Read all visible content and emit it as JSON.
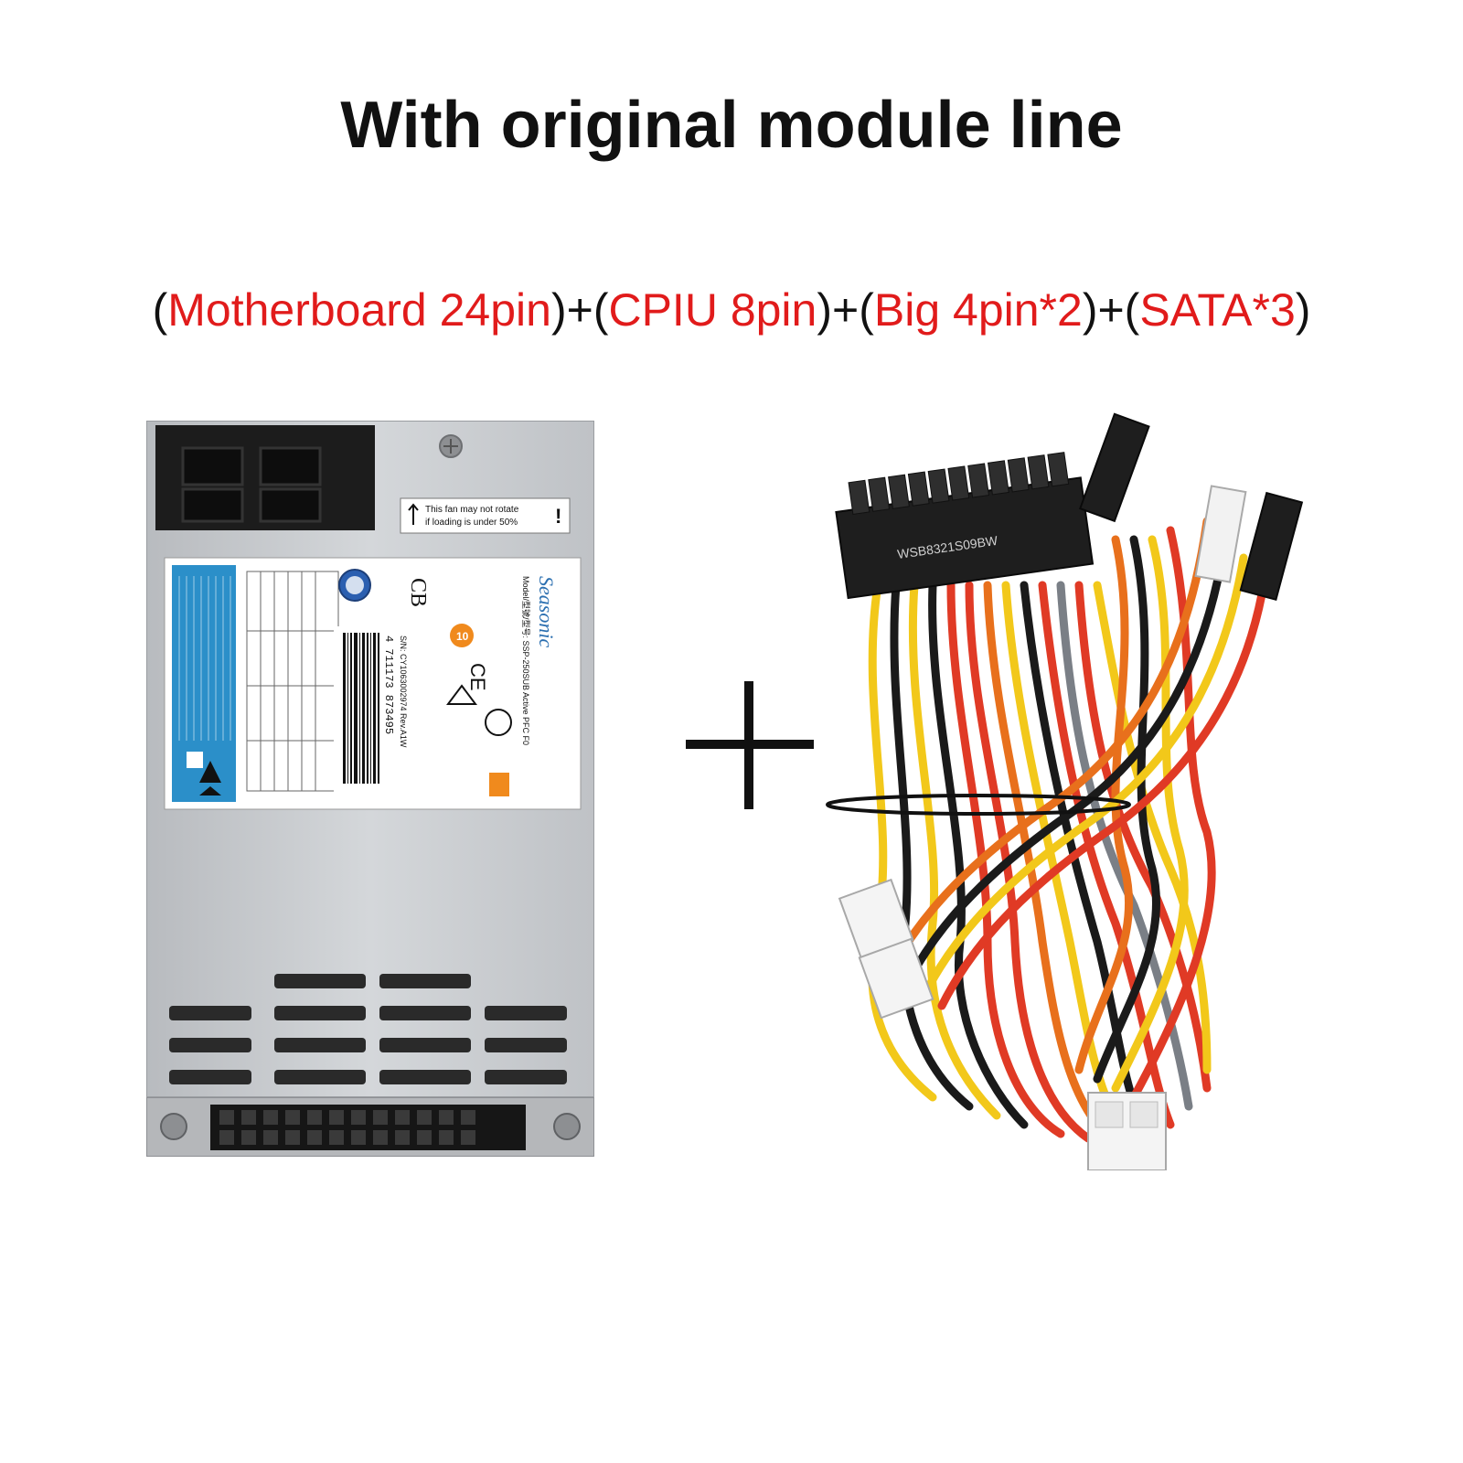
{
  "title": "With original module line",
  "subtitle": {
    "p1_open": "(",
    "p1_text": "Motherboard 24pin",
    "p1_close": ")+(",
    "p2_text": "CPIU 8pin",
    "p2_close": ")+(",
    "p3_text": "Big 4pin*2",
    "p3_close": ")+(",
    "p4_text": "SATA*3",
    "p4_close": ")"
  },
  "psu": {
    "brand": "Seasonic",
    "model": "Model/型號/型号: SSP-250SUB Active PFC F0",
    "fan_notice_line1": "This fan may not rotate",
    "fan_notice_line2": "if loading is under 50%",
    "serial": "S/N: CY1063002974 Rev.A1W",
    "barcode_number": "4 711173 873495"
  },
  "cable": {
    "connector_label": "WSB8321S09BW"
  },
  "colors": {
    "accent_red": "#e11b1b",
    "text": "#111111",
    "psu_metal": "#c9ccd0",
    "label_blue": "#2b8fc9"
  }
}
